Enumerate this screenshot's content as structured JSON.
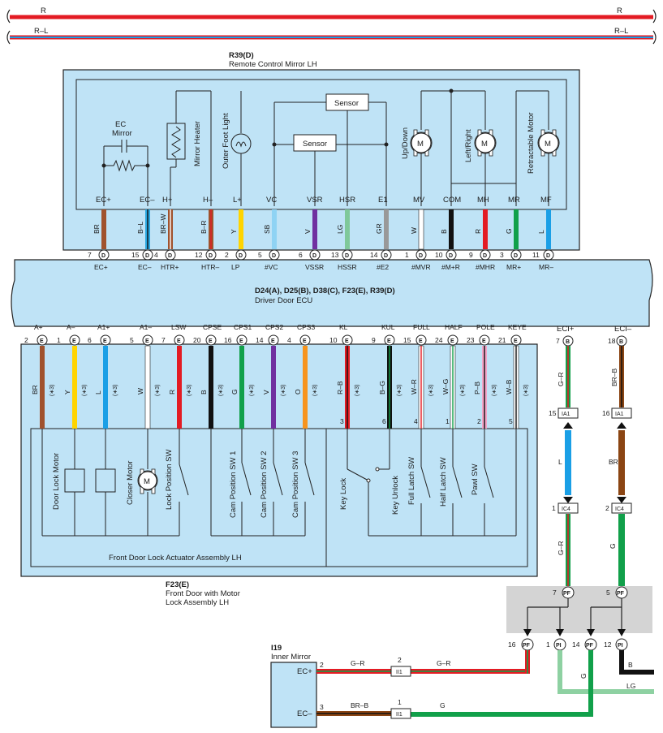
{
  "top_rails": {
    "r_left": "R",
    "r_right": "R",
    "rl_left": "R–L",
    "rl_right": "R–L"
  },
  "mirror": {
    "code": "R39(D)",
    "name": "Remote Control Mirror LH",
    "ec_mirror_1": "EC",
    "ec_mirror_2": "Mirror",
    "mirror_heater": "Mirror Heater",
    "outer_foot_light": "Outer Foot Light",
    "sensor_top": "Sensor",
    "sensor_mid": "Sensor",
    "up_down": "Up/Down",
    "left_right": "Left/Right",
    "retractable_motor": "Retractable Motor",
    "motor_glyph": "M",
    "pins": [
      "EC+",
      "EC–",
      "H+",
      "H–",
      "L+",
      "VC",
      "VSR",
      "HSR",
      "E1",
      "MV",
      "COM",
      "MH",
      "MR",
      "MF"
    ],
    "wires": [
      "BR",
      "B–L",
      "BR–W",
      "B–R",
      "Y",
      "SB",
      "V",
      "LG",
      "GR",
      "W",
      "B",
      "R",
      "G",
      "L"
    ],
    "pin_nums": [
      "7",
      "15",
      "4",
      "12",
      "2",
      "5",
      "6",
      "13",
      "14",
      "1",
      "10",
      "9",
      "3",
      "11"
    ],
    "conn_letter": "D",
    "ecu_pins": [
      "EC+",
      "EC–",
      "HTR+",
      "HTR–",
      "LP",
      "#VC",
      "VSSR",
      "HSSR",
      "#E2",
      "#MVR",
      "#M+R",
      "#MHR",
      "MR+",
      "MR–"
    ],
    "wire_colors": [
      "#a0522d",
      "#2aa7e0",
      "#a0522d",
      "#a0522d",
      "#ffd400",
      "#8fd3f4",
      "#7030a0",
      "#7fc89a",
      "#999999",
      "#ffffff",
      "#111111",
      "#e31b23",
      "#11a04a",
      "#1a9fe6"
    ]
  },
  "ecu": {
    "codes": "D24(A), D25(B), D38(C), F23(E), R39(D)",
    "name": "Driver Door ECU"
  },
  "lower": {
    "conn_letter": "E",
    "pins": [
      "A+",
      "A–",
      "A1+",
      "A1–",
      "LSW",
      "CPSE",
      "CPS1",
      "CPS2",
      "CPS3",
      "KL",
      "KUL",
      "FULL",
      "HALF",
      "POLE",
      "KEYE"
    ],
    "pin_nums": [
      "2",
      "1",
      "6",
      "5",
      "7",
      "20",
      "16",
      "14",
      "4",
      "10",
      "9",
      "15",
      "24",
      "23",
      "21"
    ],
    "wires": [
      "BR",
      "Y",
      "L",
      "W",
      "R",
      "B",
      "G",
      "V",
      "O",
      "R–B",
      "B–G",
      "W–R",
      "W–G",
      "P–B",
      "W–B"
    ],
    "wire_colors": [
      "#a0522d",
      "#ffd400",
      "#1a9fe6",
      "#ffffff",
      "#e31b23",
      "#111111",
      "#11a04a",
      "#7030a0",
      "#f7941d",
      "#e31b23",
      "#111111",
      "#ffffff",
      "#ffffff",
      "#f4a6c8",
      "#ffffff"
    ],
    "note": "(∗3)",
    "sub_pins": [
      "3",
      "6",
      "4",
      "1",
      "2",
      "5"
    ],
    "door_lock_motor": "Door Lock Motor",
    "closer_motor": "Closer Motor",
    "lock_position_sw": "Lock Position SW",
    "cam_sw1": "Cam Position SW 1",
    "cam_sw2": "Cam Position SW 2",
    "cam_sw3": "Cam Position SW 3",
    "key_lock": "Key Lock",
    "key_unlock": "Key Unlock",
    "full_latch": "Full Latch SW",
    "half_latch": "Half Latch SW",
    "pawl_sw": "Pawl SW",
    "actuator_name": "Front Door Lock Actuator Assembly LH",
    "motor_glyph": "M"
  },
  "f23": {
    "code": "F23(E)",
    "name1": "Front Door with Motor",
    "name2": "Lock Assembly LH"
  },
  "eci": {
    "plus": "ECI+",
    "minus": "ECI–",
    "plus_pin": "7",
    "minus_pin": "18",
    "conn_letter": "B",
    "plus_wire": "G–R",
    "minus_wire": "BR–B",
    "ia1": "IA1",
    "ia1_plus_num": "15",
    "ia1_minus_num": "16",
    "l_wire": "L",
    "br_wire": "BR",
    "ic4": "IC4",
    "ic4_plus_num": "1",
    "ic4_minus_num": "2",
    "g_r_2": "G–R",
    "g_wire": "G",
    "pf": "PF",
    "pf_7": "7",
    "pf_5": "5",
    "pf_16": "16",
    "pi_1": "1",
    "pf_14": "14",
    "pi_12": "12",
    "pi": "PI",
    "g_low": "G",
    "b_low": "B",
    "lg_low": "LG"
  },
  "inner_mirror": {
    "code": "I19",
    "name": "Inner Mirror",
    "ec_plus": "EC+",
    "ec_minus": "EC–",
    "pin2": "2",
    "pin3": "3",
    "wire_top": "G–R",
    "wire_bot": "BR–B",
    "ii1": "II1",
    "ii1_top_num": "2",
    "ii1_bot_num": "1",
    "wire_top_r": "G–R",
    "wire_bot_r": "G"
  },
  "colors": {
    "ecu_bg": "#bfe3f6",
    "panel_gray": "#d4d4d4",
    "red": "#e31b23"
  }
}
